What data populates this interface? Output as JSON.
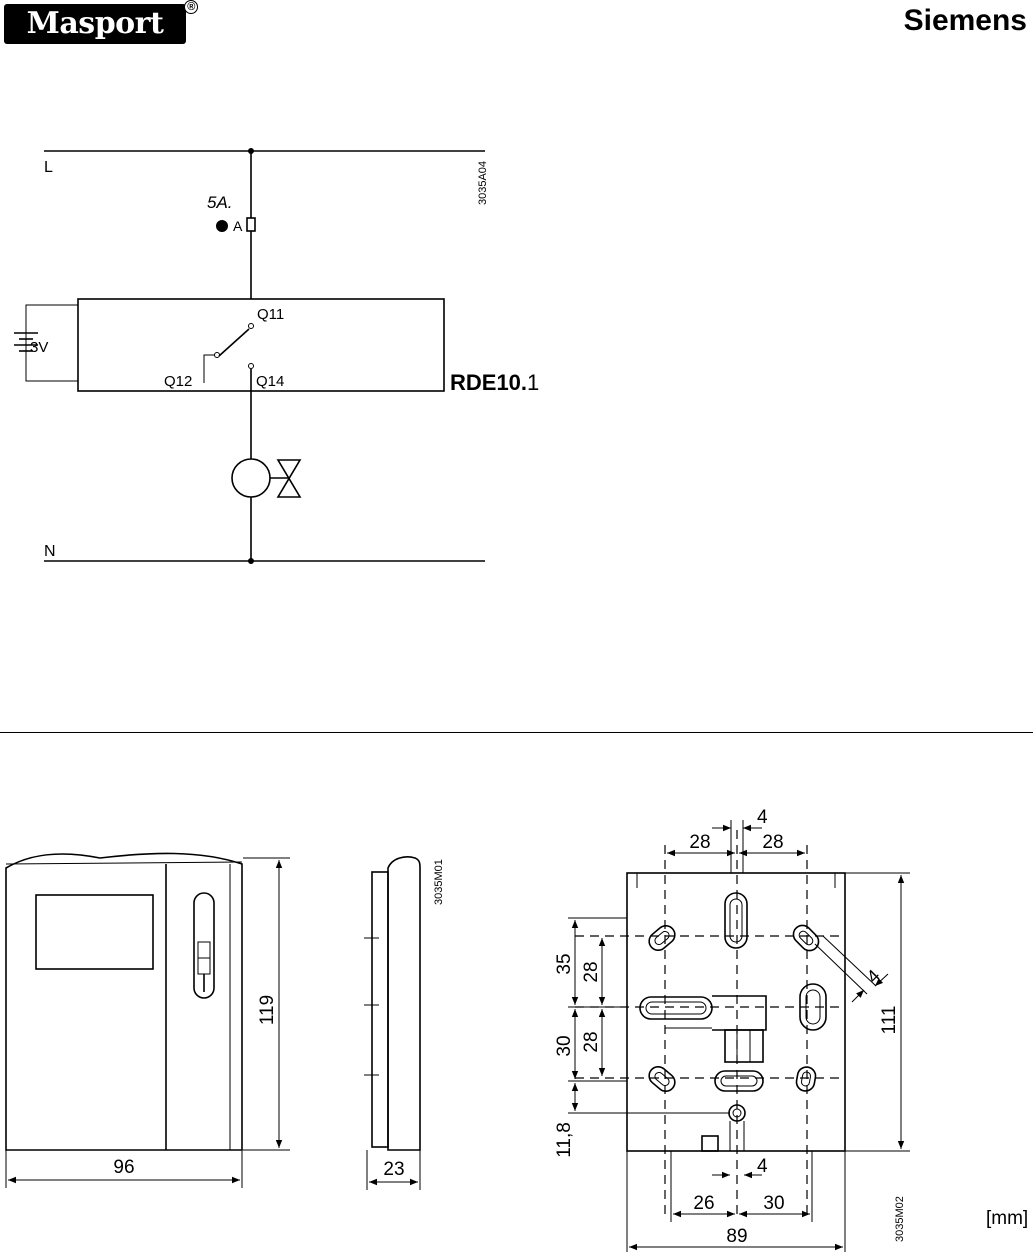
{
  "header": {
    "logo_text": "Masport",
    "logo_reg": "®",
    "brand": "Siemens"
  },
  "wiring": {
    "line_label": "L",
    "neutral_label": "N",
    "drawing_code": "3035A04",
    "fuse_handwritten": "5A.",
    "fuse_suffix": "A",
    "battery_label": "3V",
    "terminal_q11": "Q11",
    "terminal_q12": "Q12",
    "terminal_q14": "Q14",
    "model_bold": "RDE10.",
    "model_suffix": "1"
  },
  "dimensions": {
    "front": {
      "drawing_code": "3035M01",
      "width": "96",
      "height": "119",
      "depth": "23"
    },
    "base": {
      "drawing_code": "3035M02",
      "top_gap": "4",
      "top_left": "28",
      "top_right": "28",
      "left_outer_upper": "35",
      "left_outer_lower": "30",
      "left_inner_upper": "28",
      "left_inner_lower": "28",
      "left_bottom": "11,8",
      "slot_width": "4",
      "bottom_gap": "4",
      "bottom_left": "26",
      "bottom_right": "30",
      "total_width": "89",
      "total_height": "111",
      "unit": "[mm]"
    }
  },
  "colors": {
    "ink": "#000000",
    "paper": "#ffffff"
  }
}
